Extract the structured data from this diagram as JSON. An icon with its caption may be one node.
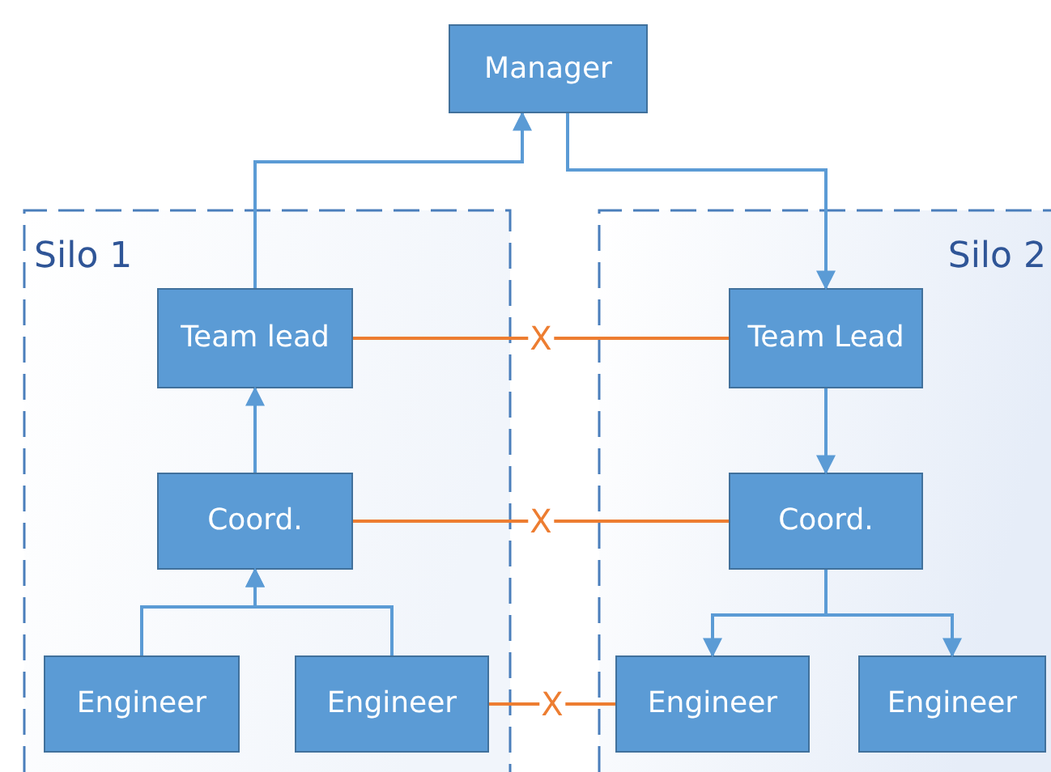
{
  "diagram": {
    "nodes": [
      {
        "text": [
          "Manager"
        ]
      },
      {
        "text": [
          "Silo 1"
        ]
      },
      {
        "text": [
          "Team lead"
        ],
        "in": 1
      },
      {
        "text": [
          "Coord."
        ],
        "in": 1
      },
      {
        "text": [
          "Engineer"
        ],
        "in": 1
      },
      {
        "text": [
          "Engineer"
        ],
        "in": 1
      },
      {
        "text": [
          "Silo 2"
        ]
      },
      {
        "text": [
          "Team Lead"
        ],
        "in": 6
      },
      {
        "text": [
          "Coord."
        ],
        "in": 6
      },
      {
        "text": [
          "Engineer"
        ],
        "in": 6
      },
      {
        "text": [
          "Engineer"
        ],
        "in": 6
      }
    ],
    "edges": [
      {
        "from": 2,
        "to": 0,
        "arrow": "to"
      },
      {
        "from": 0,
        "to": 7,
        "arrow": "to"
      },
      {
        "from": 3,
        "to": 2,
        "arrow": "to"
      },
      {
        "from": 4,
        "to": 3,
        "arrow": "to"
      },
      {
        "from": 5,
        "to": 3,
        "arrow": "to"
      },
      {
        "from": 7,
        "to": 8,
        "arrow": "to"
      },
      {
        "from": 8,
        "to": 9,
        "arrow": "to"
      },
      {
        "from": 8,
        "to": 10,
        "arrow": "to"
      },
      {
        "from": 2,
        "to": 7,
        "arrow": "none",
        "label": "X",
        "color": "#ed7d31"
      },
      {
        "from": 3,
        "to": 8,
        "arrow": "none",
        "label": "X",
        "color": "#ed7d31"
      },
      {
        "from": 5,
        "to": 9,
        "arrow": "none",
        "label": "X",
        "color": "#ed7d31"
      }
    ]
  }
}
